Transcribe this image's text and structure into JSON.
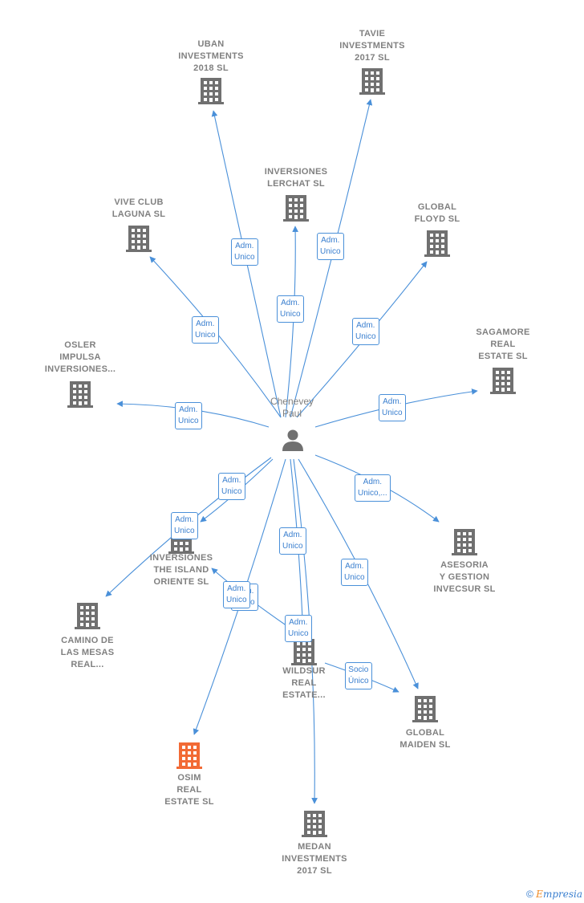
{
  "person": {
    "name": "Chenevey\nPaul"
  },
  "companies": {
    "uban": "UBAN\nINVESTMENTS\n2018  SL",
    "tavie": "TAVIE\nINVESTMENTS\n2017  SL",
    "lerchat": "INVERSIONES\nLERCHAT  SL",
    "vive": "VIVE CLUB\nLAGUNA  SL",
    "floyd": "GLOBAL\nFLOYD  SL",
    "osler": "OSLER\nIMPULSA\nINVERSIONES...",
    "sagamore": "SAGAMORE\nREAL\nESTATE SL",
    "asesoria": "ASESORIA\nY GESTION\nINVECSUR  SL",
    "island": "INVERSIONES\nTHE ISLAND\nORIENTE  SL",
    "camino": "CAMINO DE\nLAS MESAS\nREAL...",
    "wildsur": "WILDSUR\nREAL\nESTATE...",
    "maiden": "GLOBAL\nMAIDEN  SL",
    "osim": "OSIM\nREAL\nESTATE  SL",
    "medan": "MEDAN\nINVESTMENTS\n2017  SL"
  },
  "edge_labels": {
    "uban": "Adm.\nUnico",
    "tavie": "Adm.\nUnico",
    "lerchat": "Adm.\nUnico",
    "vive": "Adm.\nUnico",
    "floyd": "Adm.\nUnico",
    "osler": "Adm.\nUnico",
    "sagamore": "Adm.\nUnico",
    "asesoria": "Adm.\nUnico,...",
    "island": "Adm.\nUnico",
    "camino": "Adm.\nUnico",
    "wildsur": "Adm.\nUnico",
    "maiden": "Adm.\nUnico",
    "osim": "Adm.\nUnico",
    "medan": "Adm.\nUnico",
    "socio": "Socio\nÚnico"
  },
  "colors": {
    "edge": "#4a90d9",
    "building": "#707070",
    "highlight": "#f26a35"
  },
  "footer": {
    "copyright": "©",
    "brand_initial": "E",
    "brand_rest": "mpresia"
  }
}
